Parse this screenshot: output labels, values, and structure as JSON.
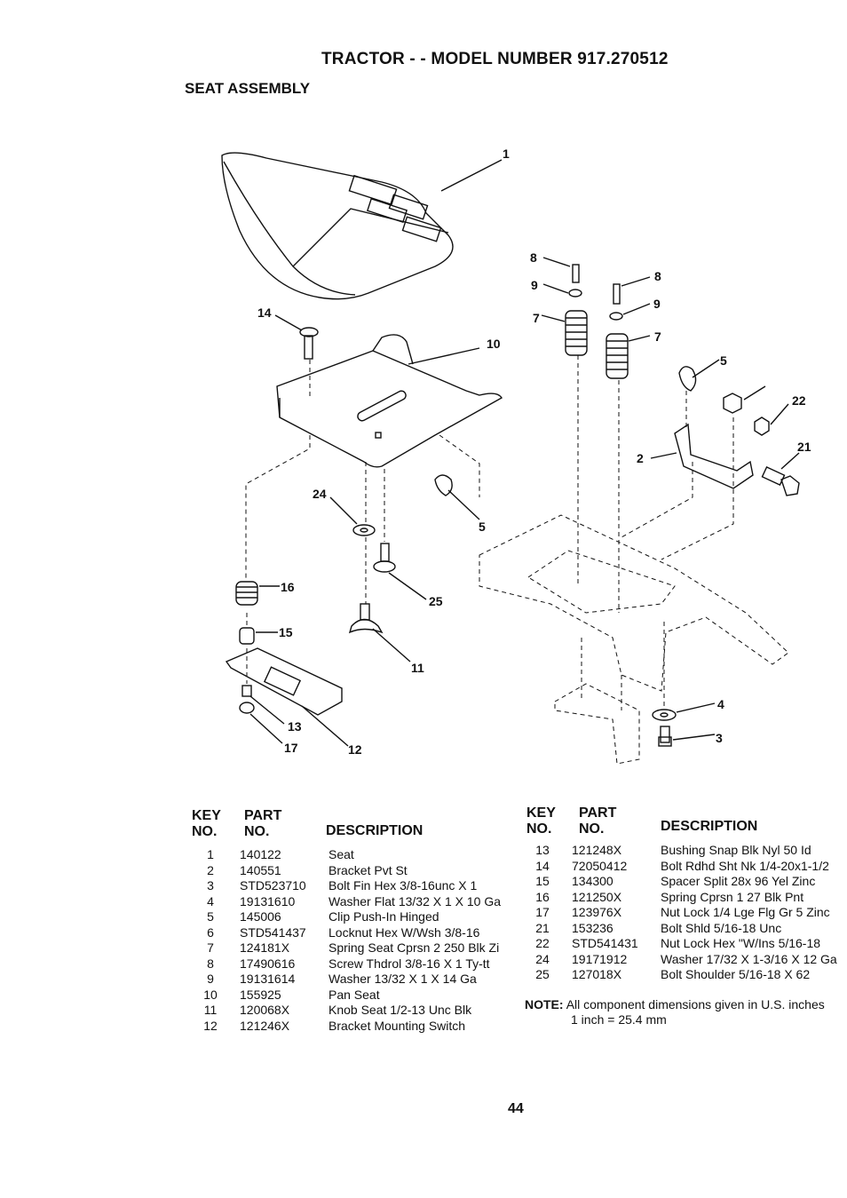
{
  "header": {
    "title": "TRACTOR - - MODEL NUMBER 917.270512",
    "subtitle": "SEAT ASSEMBLY"
  },
  "diagram": {
    "callouts": [
      "1",
      "2",
      "3",
      "4",
      "5",
      "5",
      "7",
      "7",
      "8",
      "8",
      "9",
      "9",
      "10",
      "11",
      "12",
      "13",
      "14",
      "15",
      "16",
      "17",
      "21",
      "22",
      "24",
      "25"
    ]
  },
  "table_headers": {
    "key_line1": "KEY",
    "key_line2": "NO.",
    "part_line1": "PART",
    "part_line2": "NO.",
    "description": "DESCRIPTION"
  },
  "parts_left": [
    {
      "key": "1",
      "part": "140122",
      "desc": "Seat"
    },
    {
      "key": "2",
      "part": "140551",
      "desc": "Bracket Pvt St"
    },
    {
      "key": "3",
      "part": "STD523710",
      "desc": "Bolt Fin Hex 3/8-16unc X 1"
    },
    {
      "key": "4",
      "part": "19131610",
      "desc": "Washer Flat 13/32 X 1 X 10 Ga"
    },
    {
      "key": "5",
      "part": "145006",
      "desc": "Clip Push-In Hinged"
    },
    {
      "key": "6",
      "part": "STD541437",
      "desc": "Locknut Hex W/Wsh 3/8-16"
    },
    {
      "key": "7",
      "part": "124181X",
      "desc": "Spring Seat Cprsn 2 250 Blk Zi"
    },
    {
      "key": "8",
      "part": "17490616",
      "desc": "Screw Thdrol 3/8-16 X 1 Ty-tt"
    },
    {
      "key": "9",
      "part": "19131614",
      "desc": "Washer 13/32 X 1 X 14 Ga"
    },
    {
      "key": "10",
      "part": "155925",
      "desc": "Pan Seat"
    },
    {
      "key": "11",
      "part": "120068X",
      "desc": "Knob Seat 1/2-13 Unc Blk"
    },
    {
      "key": "12",
      "part": "121246X",
      "desc": "Bracket Mounting Switch"
    }
  ],
  "parts_right": [
    {
      "key": "13",
      "part": "121248X",
      "desc": "Bushing Snap Blk Nyl 50 Id"
    },
    {
      "key": "14",
      "part": "72050412",
      "desc": "Bolt Rdhd Sht Nk 1/4-20x1-1/2"
    },
    {
      "key": "15",
      "part": "134300",
      "desc": "Spacer Split 28x 96 Yel Zinc"
    },
    {
      "key": "16",
      "part": "121250X",
      "desc": "Spring Cprsn 1 27 Blk Pnt"
    },
    {
      "key": "17",
      "part": "123976X",
      "desc": "Nut Lock 1/4 Lge Flg Gr 5 Zinc"
    },
    {
      "key": "21",
      "part": "153236",
      "desc": "Bolt Shld 5/16-18 Unc"
    },
    {
      "key": "22",
      "part": "STD541431",
      "desc": "Nut Lock Hex \"W/Ins 5/16-18"
    },
    {
      "key": "24",
      "part": "19171912",
      "desc": "Washer 17/32 X 1-3/16 X 12 Ga"
    },
    {
      "key": "25",
      "part": "127018X",
      "desc": "Bolt Shoulder 5/16-18 X 62"
    }
  ],
  "note": {
    "label": "NOTE:",
    "line1": "All component dimensions given in U.S. inches",
    "line2": "1 inch = 25.4 mm"
  },
  "page_number": "44"
}
